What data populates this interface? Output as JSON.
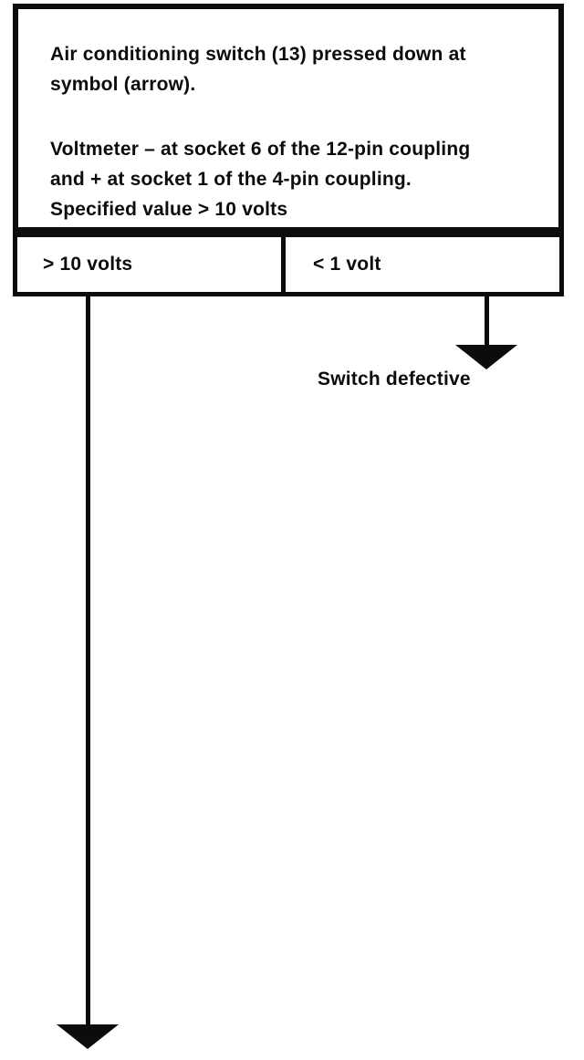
{
  "flowchart": {
    "instruction_box": {
      "paragraph1_lines": [
        "Air conditioning switch (13) pressed down at",
        "symbol (arrow)."
      ],
      "paragraph2_lines": [
        "Voltmeter – at socket 6 of the 12-pin coupling",
        "and + at socket 1 of the 4-pin coupling.",
        "Specified value > 10 volts"
      ]
    },
    "result_left": {
      "label": "> 10 volts"
    },
    "result_right": {
      "label": "< 1 volt",
      "outcome": "Switch defective"
    }
  },
  "colors": {
    "ink": "#0c0c0c",
    "paper": "#ffffff"
  }
}
